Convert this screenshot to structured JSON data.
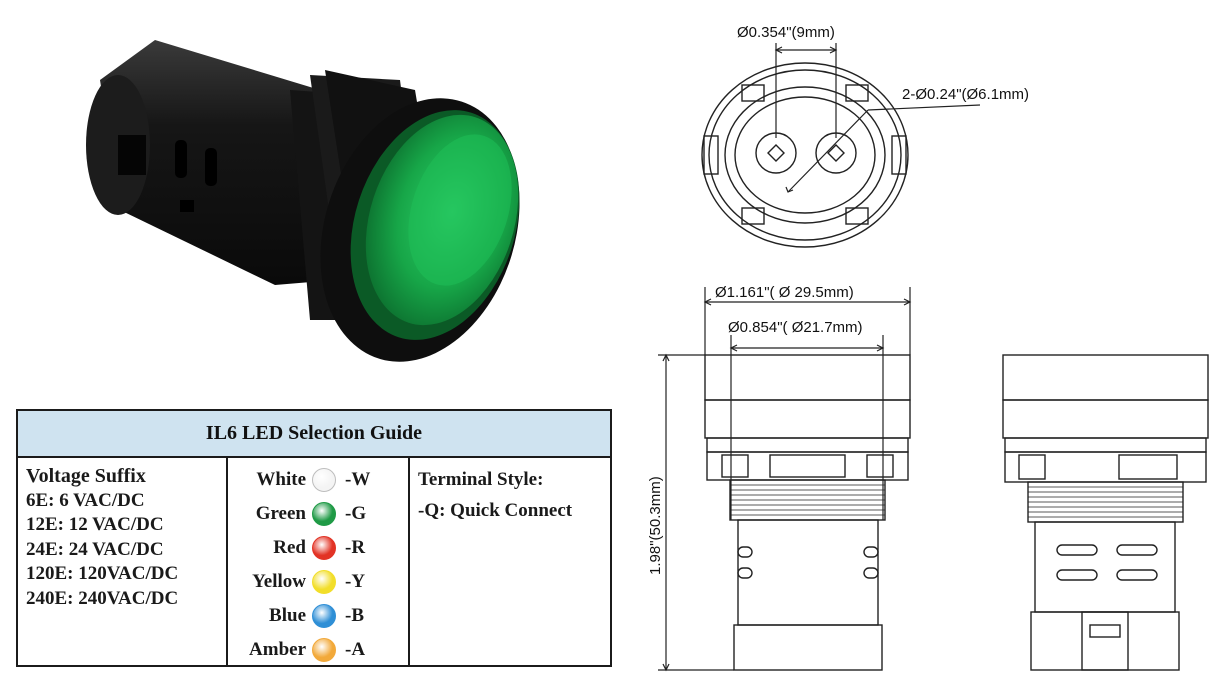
{
  "guide": {
    "title": "IL6 LED Selection Guide",
    "voltage": {
      "title": "Voltage Suffix",
      "items": [
        "6E: 6 VAC/DC",
        "12E: 12 VAC/DC",
        "24E: 24 VAC/DC",
        "120E: 120VAC/DC",
        "240E: 240VAC/DC"
      ]
    },
    "colors": [
      {
        "name": "White",
        "code": "-W",
        "hex": "#f4f4f4"
      },
      {
        "name": "Green",
        "code": "-G",
        "hex": "#1f9a46"
      },
      {
        "name": "Red",
        "code": "-R",
        "hex": "#e23325"
      },
      {
        "name": "Yellow",
        "code": "-Y",
        "hex": "#f2de2a"
      },
      {
        "name": "Blue",
        "code": "-B",
        "hex": "#2f8fd6"
      },
      {
        "name": "Amber",
        "code": "-A",
        "hex": "#f2a93a"
      }
    ],
    "terminal": {
      "title": "Terminal Style:",
      "item": "-Q: Quick Connect"
    }
  },
  "drawing": {
    "top_view": {
      "dim_spacing": "Ø0.354\"(9mm)",
      "dim_holes": "2-Ø0.24\"(Ø6.1mm)"
    },
    "side_view": {
      "dim_outer": "Ø1.161\"( Ø 29.5mm)",
      "dim_inner": "Ø0.854\"( Ø21.7mm)",
      "dim_height": "1.98\"(50.3mm)"
    }
  },
  "colors": {
    "lens_green": "#1cae4e",
    "body_black": "#141414",
    "header_blue": "#cfe3f0"
  }
}
